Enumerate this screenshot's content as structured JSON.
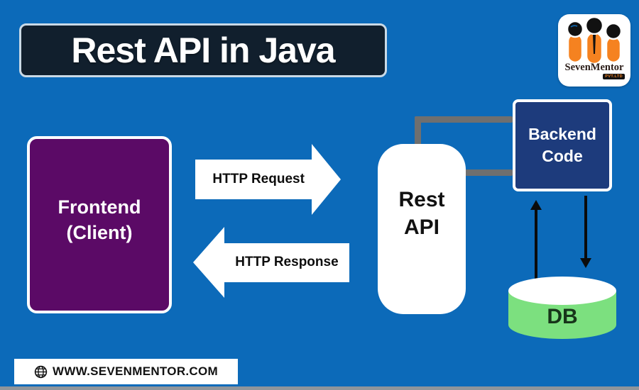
{
  "title": {
    "text": "Rest API in Java"
  },
  "logo": {
    "brand": "SevenMentor",
    "sub": "PVT.LTD"
  },
  "nodes": {
    "frontend": {
      "line1": "Frontend",
      "line2": "(Client)",
      "color": "#5b0a66"
    },
    "rest_api": {
      "line1": "Rest",
      "line2": "API",
      "color": "#ffffff"
    },
    "backend": {
      "line1": "Backend",
      "line2": "Code",
      "color": "#1d3b7c"
    },
    "db": {
      "label": "DB",
      "color": "#7ce07f"
    }
  },
  "arrows": {
    "request_label": "HTTP Request",
    "response_label": "HTTP Response"
  },
  "footer": {
    "url": "WWW.SEVENMENTOR.COM"
  },
  "colors": {
    "background": "#0c6ab9",
    "title_bg": "#111f2d",
    "connector_gray": "#6f6f6f",
    "logo_orange": "#f58220"
  }
}
